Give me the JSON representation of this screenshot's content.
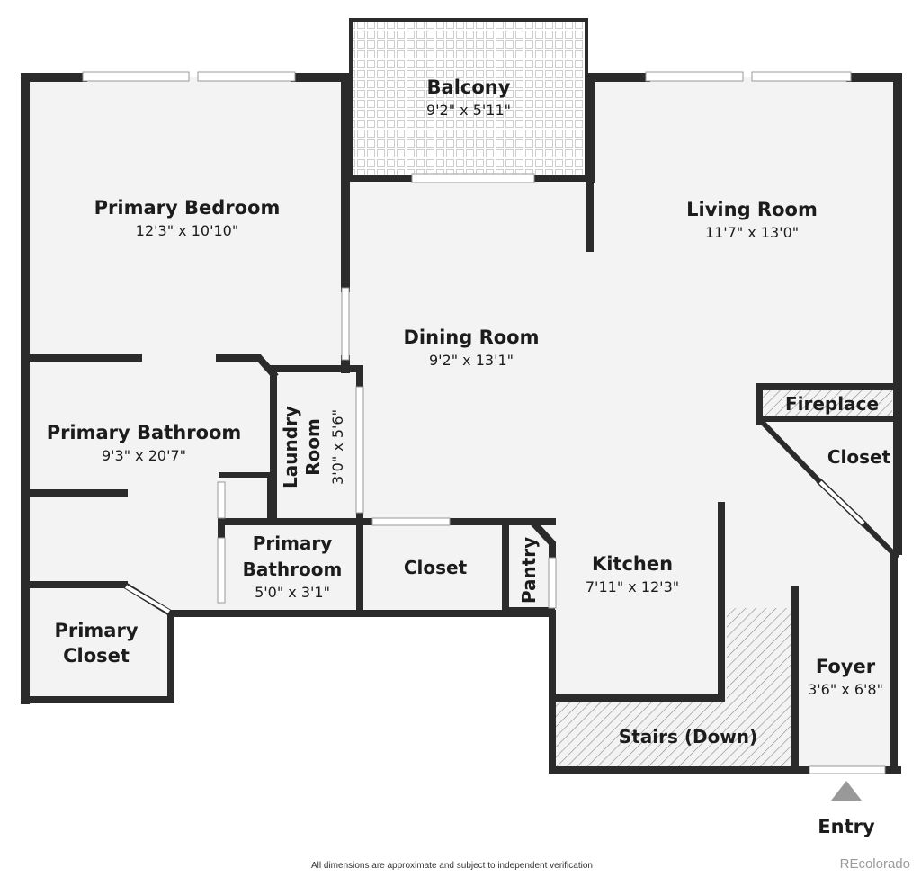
{
  "rooms": {
    "balcony": {
      "name": "Balcony",
      "dims": "9'2\" x 5'11\""
    },
    "primary_bedroom": {
      "name": "Primary Bedroom",
      "dims": "12'3\" x 10'10\""
    },
    "living_room": {
      "name": "Living Room",
      "dims": "11'7\" x 13'0\""
    },
    "dining_room": {
      "name": "Dining Room",
      "dims": "9'2\" x 13'1\""
    },
    "primary_bathroom": {
      "name": "Primary Bathroom",
      "dims": "9'3\" x 20'7\""
    },
    "laundry_room": {
      "name_line1": "Laundry",
      "name_line2": "Room",
      "dims": "3'0\" x 5'6\""
    },
    "fireplace": {
      "name": "Fireplace"
    },
    "closet_right": {
      "name": "Closet"
    },
    "primary_bathroom_small": {
      "name_line1": "Primary",
      "name_line2": "Bathroom",
      "dims": "5'0\" x 3'1\""
    },
    "closet_middle": {
      "name": "Closet"
    },
    "pantry": {
      "name": "Pantry"
    },
    "kitchen": {
      "name": "Kitchen",
      "dims": "7'11\" x 12'3\""
    },
    "primary_closet": {
      "name_line1": "Primary",
      "name_line2": "Closet"
    },
    "foyer": {
      "name": "Foyer",
      "dims": "3'6\" x 6'8\""
    },
    "stairs": {
      "name": "Stairs (Down)"
    },
    "entry": {
      "name": "Entry"
    }
  },
  "footer": {
    "disclaimer": "All dimensions are approximate and subject to independent verification",
    "brand": "REcolorado"
  },
  "colors": {
    "wall": "#2b2b2b",
    "floor": "#f3f3f3",
    "window": "#ffffff",
    "hatch": "#8a8a8a",
    "entry_arrow": "#999999"
  }
}
